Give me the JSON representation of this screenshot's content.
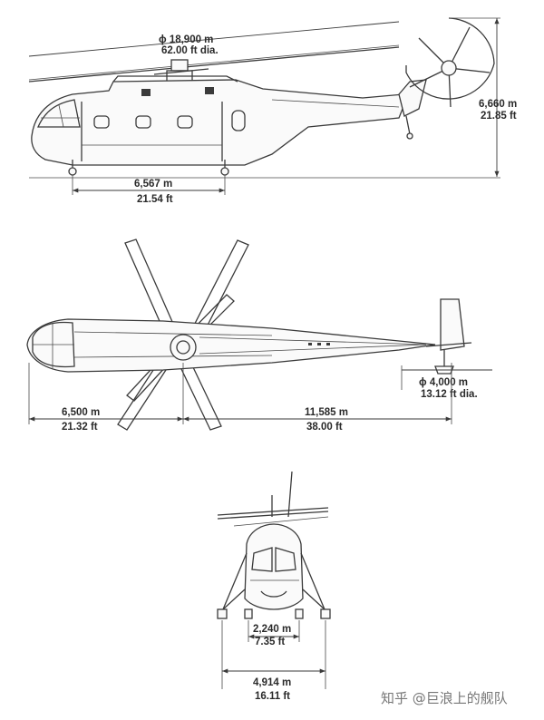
{
  "side_view": {
    "rotor_diameter": {
      "metric": "ϕ 18,900 m",
      "imperial": "62.00 ft dia."
    },
    "height": {
      "metric": "6,660 m",
      "imperial": "21.85 ft"
    },
    "wheelbase": {
      "metric": "6,567 m",
      "imperial": "21.54 ft"
    }
  },
  "top_view": {
    "tail_rotor_diameter": {
      "metric": "ϕ 4,000 m",
      "imperial": "13.12 ft dia."
    },
    "nose_to_rotor": {
      "metric": "6,500 m",
      "imperial": "21.32 ft"
    },
    "rotor_to_tail": {
      "metric": "11,585 m",
      "imperial": "38.00   ft"
    }
  },
  "front_view": {
    "wheel_track_inner": {
      "metric": "2,240 m",
      "imperial": "7.35   ft"
    },
    "wheel_track_outer": {
      "metric": "4,914 m",
      "imperial": "16.11 ft"
    }
  },
  "watermark": "知乎 @巨浪上的舰队"
}
